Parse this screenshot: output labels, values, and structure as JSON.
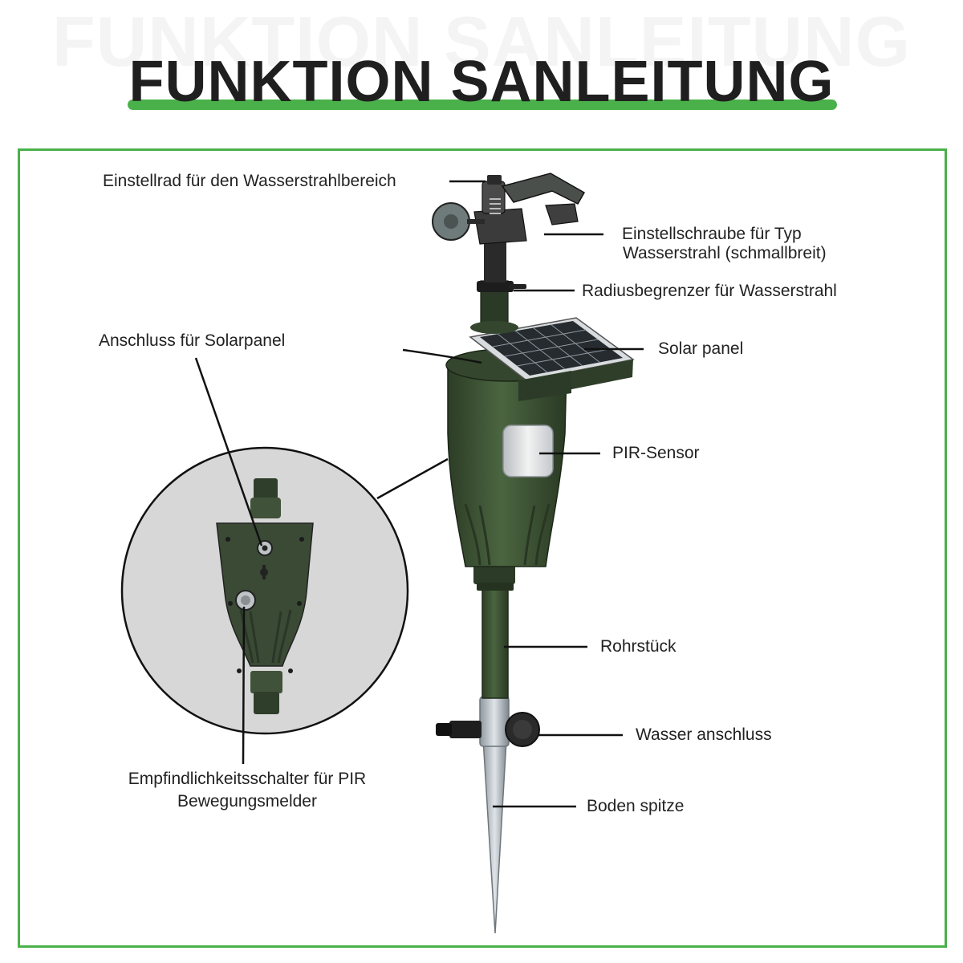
{
  "header": {
    "ghost_title": "FUNKTION SANLEITUNG",
    "title": "FUNKTION SANLEITUNG"
  },
  "colors": {
    "accent_green": "#4ab14a",
    "device_green": "#3c5233",
    "text": "#222222"
  },
  "labels": {
    "jet_range_wheel": "Einstellrad für den Wasserstrahlbereich",
    "jet_type_screw_line1": "Einstellschraube für Typ",
    "jet_type_screw_line2": "Wasserstrahl (schmallbreit)",
    "radius_limiter": "Radiusbegrenzer für Wasserstrahl",
    "solar_panel": "Solar panel",
    "solar_connector": "Anschluss für Solarpanel",
    "pir_sensor": "PIR-Sensor",
    "pipe": "Rohrstück",
    "water_connector": "Wasser anschluss",
    "ground_spike": "Boden spitze",
    "sensitivity_switch_line1": "Empfindlichkeitsschalter für PIR",
    "sensitivity_switch_line2": "Bewegungsmelder"
  }
}
